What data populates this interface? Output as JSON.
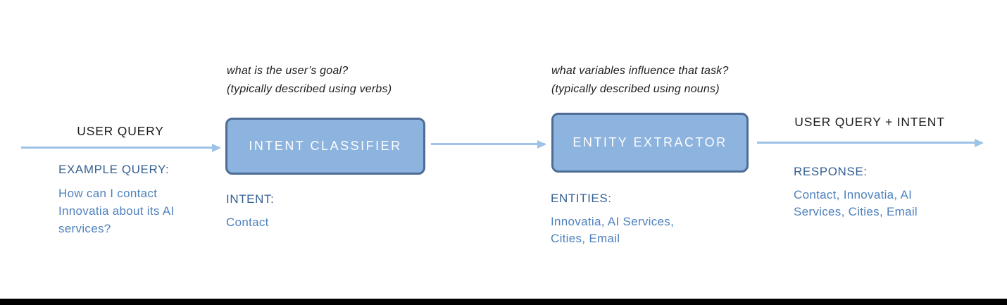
{
  "colors": {
    "ink": "#1d1d1d",
    "heading-blue": "#366092",
    "body-blue": "#4e81bd",
    "arrow": "#9dc3e6",
    "box-fill": "#8db3df",
    "box-border": "#4e6d96",
    "box-text": "#fdfdfd",
    "bar": "#000000"
  },
  "annotations": {
    "intent": {
      "line1": "what is the user’s goal?",
      "line2": "(typically described using verbs)"
    },
    "entity": {
      "line1": "what variables influence that task?",
      "line2": "(typically described using nouns)"
    }
  },
  "flow": {
    "input": {
      "arrow_label": "USER QUERY",
      "example_heading": "EXAMPLE QUERY:",
      "example_text": "How can I contact Innovatia about its AI services?"
    },
    "intent_classifier": {
      "box_label": "INTENT CLASSIFIER",
      "result_heading": "INTENT:",
      "result_value": "Contact"
    },
    "entity_extractor": {
      "box_label": "ENTITY EXTRACTOR",
      "result_heading": "ENTITIES:",
      "result_value": "Innovatia, AI Services, Cities, Email"
    },
    "output": {
      "arrow_label": "USER QUERY + INTENT",
      "result_heading": "RESPONSE:",
      "result_value": "Contact, Innovatia, AI Services, Cities, Email"
    }
  }
}
